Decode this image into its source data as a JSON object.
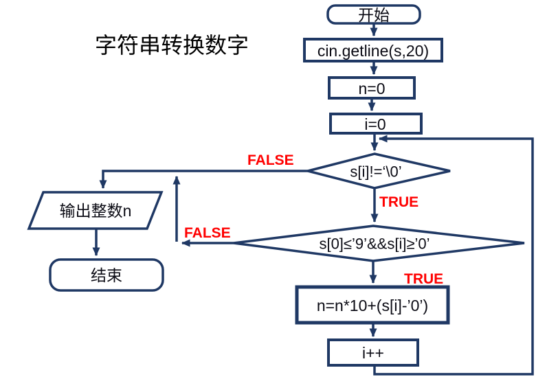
{
  "title": "字符串转换数字",
  "colors": {
    "shape_stroke": "#1F3864",
    "shape_fill": "#ffffff",
    "branch_label": "#FF0000",
    "text": "#000000",
    "background": "#ffffff"
  },
  "nodes": {
    "start": {
      "type": "terminator",
      "label": "开始"
    },
    "input": {
      "type": "process",
      "label": "cin.getline(s,20)"
    },
    "init_n": {
      "type": "process",
      "label": "n=0"
    },
    "init_i": {
      "type": "process",
      "label": "i=0"
    },
    "cond_end": {
      "type": "decision",
      "label": "s[i]!=‘\\0’"
    },
    "cond_digit": {
      "type": "decision",
      "label": "s[0]≤’9’&&s[i]≥’0’"
    },
    "accumulate": {
      "type": "process",
      "label": "n=n*10+(s[i]-’0’)"
    },
    "increment": {
      "type": "process",
      "label": "i++"
    },
    "output": {
      "type": "io",
      "label": "输出整数n"
    },
    "end": {
      "type": "terminator",
      "label": "结束"
    }
  },
  "branches": {
    "cond_end_false": "FALSE",
    "cond_end_true": "TRUE",
    "cond_digit_false": "FALSE",
    "cond_digit_true": "TRUE"
  }
}
